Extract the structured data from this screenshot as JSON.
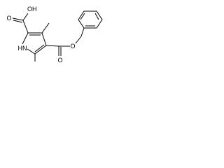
{
  "molecule": {
    "atom_labels": {
      "carboxylic_acid_oxygen": "O",
      "carboxylic_acid_hydroxyl": "OH",
      "pyrrole_nitrogen": "HN",
      "ester_carbonyl_oxygen": "O",
      "ester_ether_oxygen": "O"
    }
  }
}
